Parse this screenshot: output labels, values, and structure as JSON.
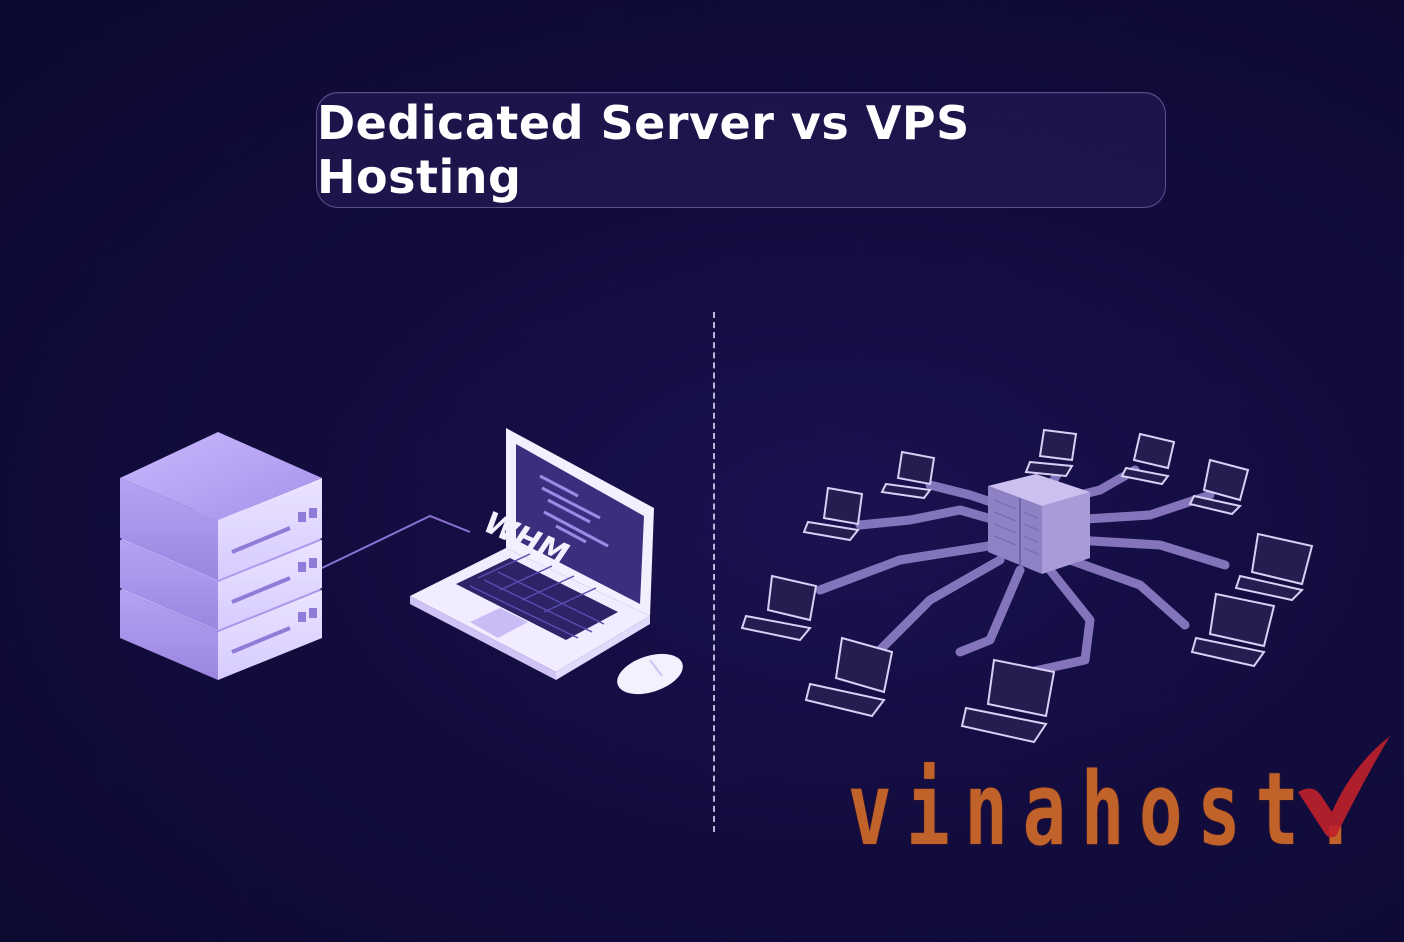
{
  "title": "Dedicated Server vs VPS Hosting",
  "left_panel": {
    "laptop_screen_logo": "WHM",
    "icons": [
      "server-stack-icon",
      "laptop-icon",
      "mouse-icon"
    ]
  },
  "right_panel": {
    "icons": [
      "central-server-icon",
      "laptop-icon"
    ],
    "client_count": 10
  },
  "watermark": {
    "text": "vinahost.",
    "color": "#c0622a",
    "check_color": "#c0202a"
  },
  "colors": {
    "background": "#120c3e",
    "accent_purple": "#a893e8",
    "title_text": "#ffffff"
  }
}
